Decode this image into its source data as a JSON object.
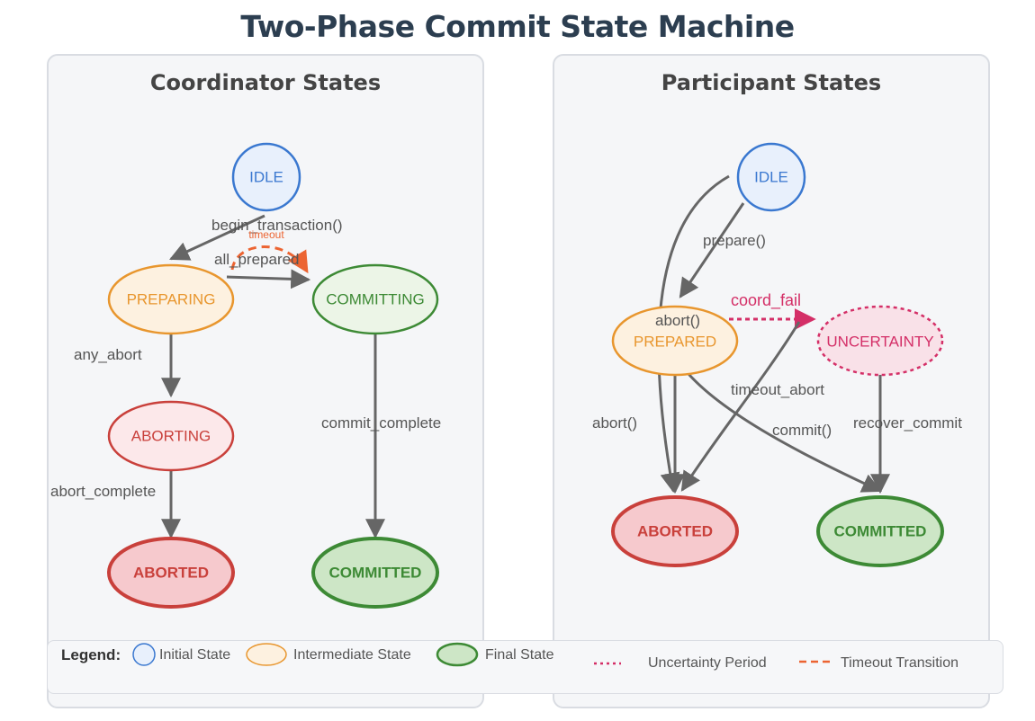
{
  "title": "Two-Phase Commit State Machine",
  "coordinator": {
    "title": "Coordinator States",
    "states": {
      "idle": "IDLE",
      "preparing": "PREPARING",
      "committing": "COMMITTING",
      "aborting": "ABORTING",
      "aborted": "ABORTED",
      "committed": "COMMITTED"
    },
    "transitions": {
      "begin": "begin_transaction()",
      "timeout": "timeout",
      "all_prepared": "all_prepared",
      "any_abort": "any_abort",
      "commit_complete": "commit_complete",
      "abort_complete": "abort_complete"
    }
  },
  "participant": {
    "title": "Participant States",
    "states": {
      "idle": "IDLE",
      "prepared": "PREPARED",
      "uncertainty": "UNCERTAINTY",
      "aborted": "ABORTED",
      "committed": "COMMITTED"
    },
    "transitions": {
      "prepare": "prepare()",
      "coord_fail": "coord_fail",
      "abort_top": "abort()",
      "timeout_abort": "timeout_abort",
      "abort_left": "abort()",
      "commit": "commit()",
      "recover_commit": "recover_commit"
    }
  },
  "legend": {
    "heading": "Legend:",
    "initial": "Initial State",
    "intermediate": "Intermediate State",
    "final": "Final State",
    "uncertainty": "Uncertainty Period",
    "timeout": "Timeout Transition"
  },
  "colors": {
    "initial_stroke": "#3a78d0",
    "initial_fill": "#e8f0fc",
    "intermediate_stroke": "#e8962e",
    "intermediate_fill": "#fdf1e0",
    "aborting_stroke": "#c9403b",
    "aborting_fill": "#fce8ea",
    "aborted_fill": "#f6c9cd",
    "committing_stroke": "#3d8a35",
    "committing_fill": "#ecf5e7",
    "committed_fill": "#cde6c6",
    "uncertainty_stroke": "#d42f67",
    "uncertainty_fill": "#f9e1e8",
    "timeout": "#ec6432",
    "arrow": "#666666"
  }
}
